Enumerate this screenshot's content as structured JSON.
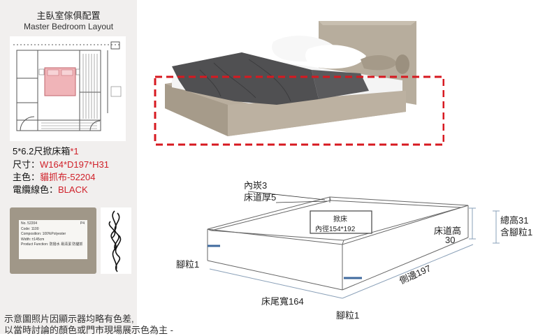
{
  "header": {
    "title_zh": "主臥室傢俱配置",
    "title_en": "Master Bedroom Layout"
  },
  "spec": {
    "line1_prefix": "5*6.2尺掀床箱",
    "line1_qty": "*1",
    "size_label": "尺寸：",
    "size_value": "W164*D197*H31",
    "color_label": "主色：",
    "color_value": "貓抓布-52204",
    "cable_label": "電纜線色：",
    "cable_value": "BLACK"
  },
  "swatch": {
    "no": "No. 52204",
    "page": "P4",
    "code": "Code: 1100",
    "composition": "Composition: 100%Polyester",
    "width": "Width: ±145cm",
    "function": "Product Function: 防撥水 易清潔 防貓抓"
  },
  "footnote": {
    "line1": "示意圖照片因顯示器均略有色差,",
    "line2": "以當時討論的顏色或門市現場展示色為主 -"
  },
  "diagram": {
    "inner_recess": "內崁3",
    "rail_thickness": "床道厚5",
    "inner_title": "掀床",
    "inner_size": "內徑154*192",
    "total_height": "總高31",
    "incl_feet": "含腳粒1",
    "rail_height_label": "床道高",
    "rail_height_value": "30",
    "foot_left": "腳粒1",
    "foot_bottom": "腳粒1",
    "end_width": "床尾寬164",
    "side_length": "側邊197"
  },
  "colors": {
    "accent_red": "#d0212a",
    "dashed_box": "#d71920",
    "fabric": "#b9ae9e",
    "dimension_line": "#8aa0b8",
    "foot_marker": "#3f6a9e"
  }
}
